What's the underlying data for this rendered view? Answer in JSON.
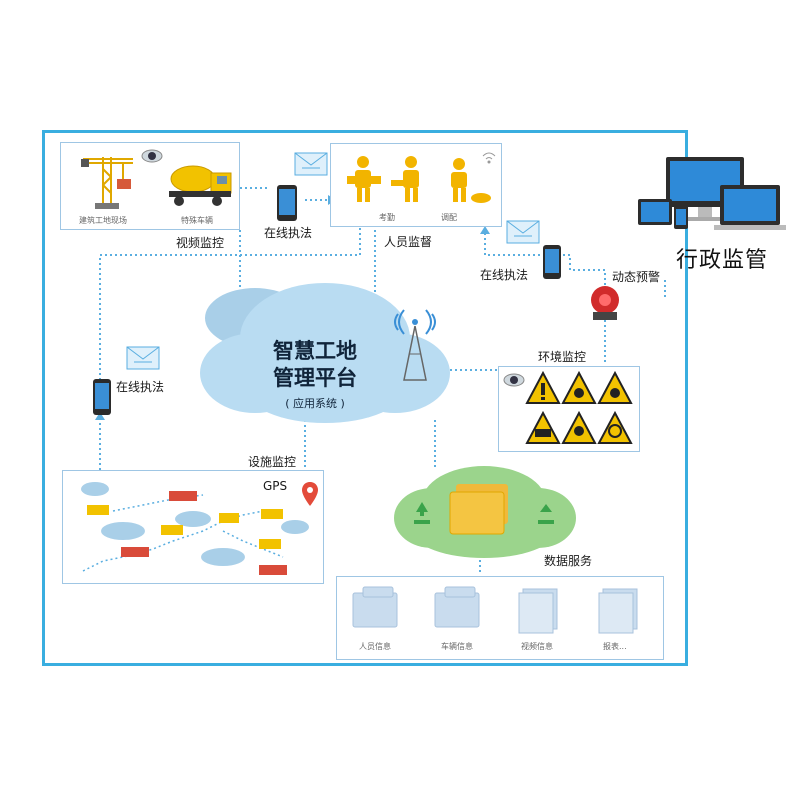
{
  "admin": {
    "label": "行政监管"
  },
  "cloud": {
    "title_line1": "智慧工地",
    "title_line2": "管理平台",
    "subtitle": "( 应用系统 )"
  },
  "video_box": {
    "items": [
      "建筑工地现场",
      "特殊车辆"
    ],
    "caption": "视频监控"
  },
  "personnel_box": {
    "items": [
      "考勤",
      "调配"
    ],
    "caption": "人员监督"
  },
  "online_enforcement": [
    "在线执法",
    "在线执法",
    "在线执法"
  ],
  "dynamic_alarm": "动态预警",
  "environment": {
    "caption": "环境监控"
  },
  "facility": {
    "caption": "设施监控",
    "gps": "GPS"
  },
  "data_service": {
    "caption": "数据服务",
    "items": [
      "人员信息",
      "车辆信息",
      "视频信息",
      "报表..."
    ]
  },
  "colors": {
    "frame": "#39aee0",
    "dotted": "#5aaee0",
    "cloud": "#b9dcf2",
    "data_cloud": "#9bd48c",
    "folder": "#f4c542",
    "warning": "#f2c200"
  }
}
